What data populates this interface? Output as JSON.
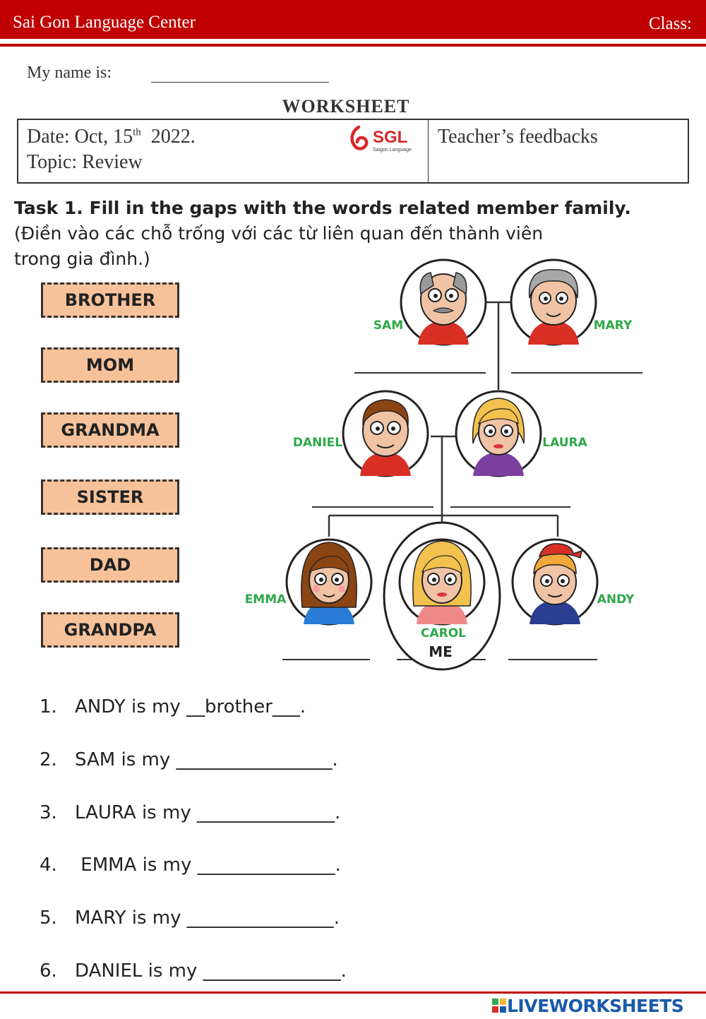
{
  "header": {
    "center_name": "Sai Gon Language Center",
    "class_label": "Class:"
  },
  "student": {
    "name_label": "My name is:"
  },
  "worksheet_title": "WORKSHEET",
  "info": {
    "date_prefix": "Date: Oct, 15",
    "date_sup": "th",
    "date_suffix": "  2022.",
    "topic": "Topic: Review",
    "feedback": "Teacher’s feedbacks",
    "logo_text": "SGL",
    "logo_subtext": "Saigon Language"
  },
  "task": {
    "title": "Task 1. Fill in the gaps with the words related member family.",
    "subtitle_line1": "(Điền vào các chỗ trống với các từ liên quan đến thành viên",
    "subtitle_line2": "trong gia đình.)"
  },
  "word_bank": [
    "BROTHER",
    "MOM",
    "GRANDMA",
    "SISTER",
    "DAD",
    "GRANDPA"
  ],
  "family_tree": {
    "members": {
      "sam": "SAM",
      "mary": "MARY",
      "daniel": "DANIEL",
      "laura": "LAURA",
      "emma": "EMMA",
      "carol": "CAROL",
      "me": "ME",
      "andy": "ANDY"
    }
  },
  "questions": [
    {
      "num": "1.",
      "text": "ANDY is my __brother___."
    },
    {
      "num": "2.",
      "text": "SAM is my _________________."
    },
    {
      "num": "3.",
      "text": "LAURA is my _______________."
    },
    {
      "num": "4.",
      "text": " EMMA is my _______________."
    },
    {
      "num": "5.",
      "text": "MARY is my ________________."
    },
    {
      "num": "6.",
      "text": "DANIEL is my _______________."
    }
  ],
  "footer": {
    "brand": "LIVEWORKSHEETS"
  },
  "colors": {
    "brand_red": "#c00000",
    "name_green": "#2ea84a",
    "word_bg": "#f7c29a",
    "lw_blue": "#1a5aa8"
  }
}
